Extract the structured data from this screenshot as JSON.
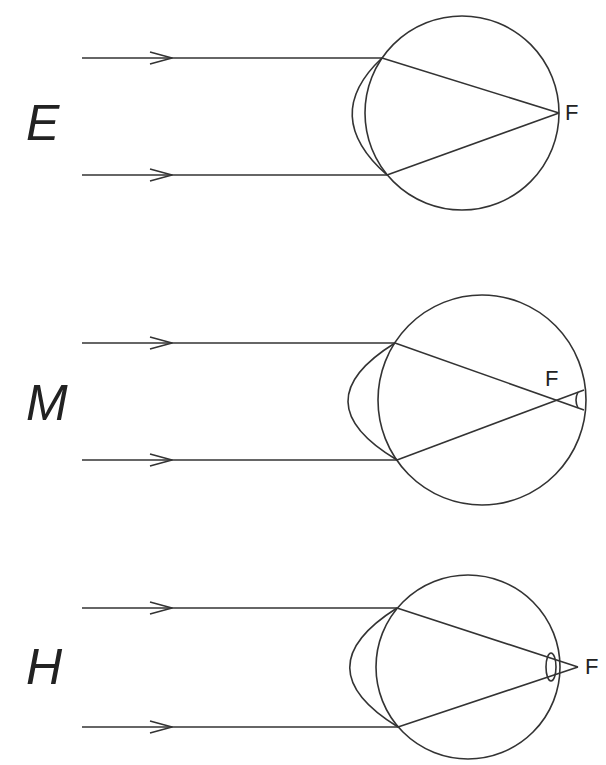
{
  "diagram": {
    "labels": [
      "E",
      "F",
      "M",
      "F",
      "H",
      "F"
    ]
  }
}
